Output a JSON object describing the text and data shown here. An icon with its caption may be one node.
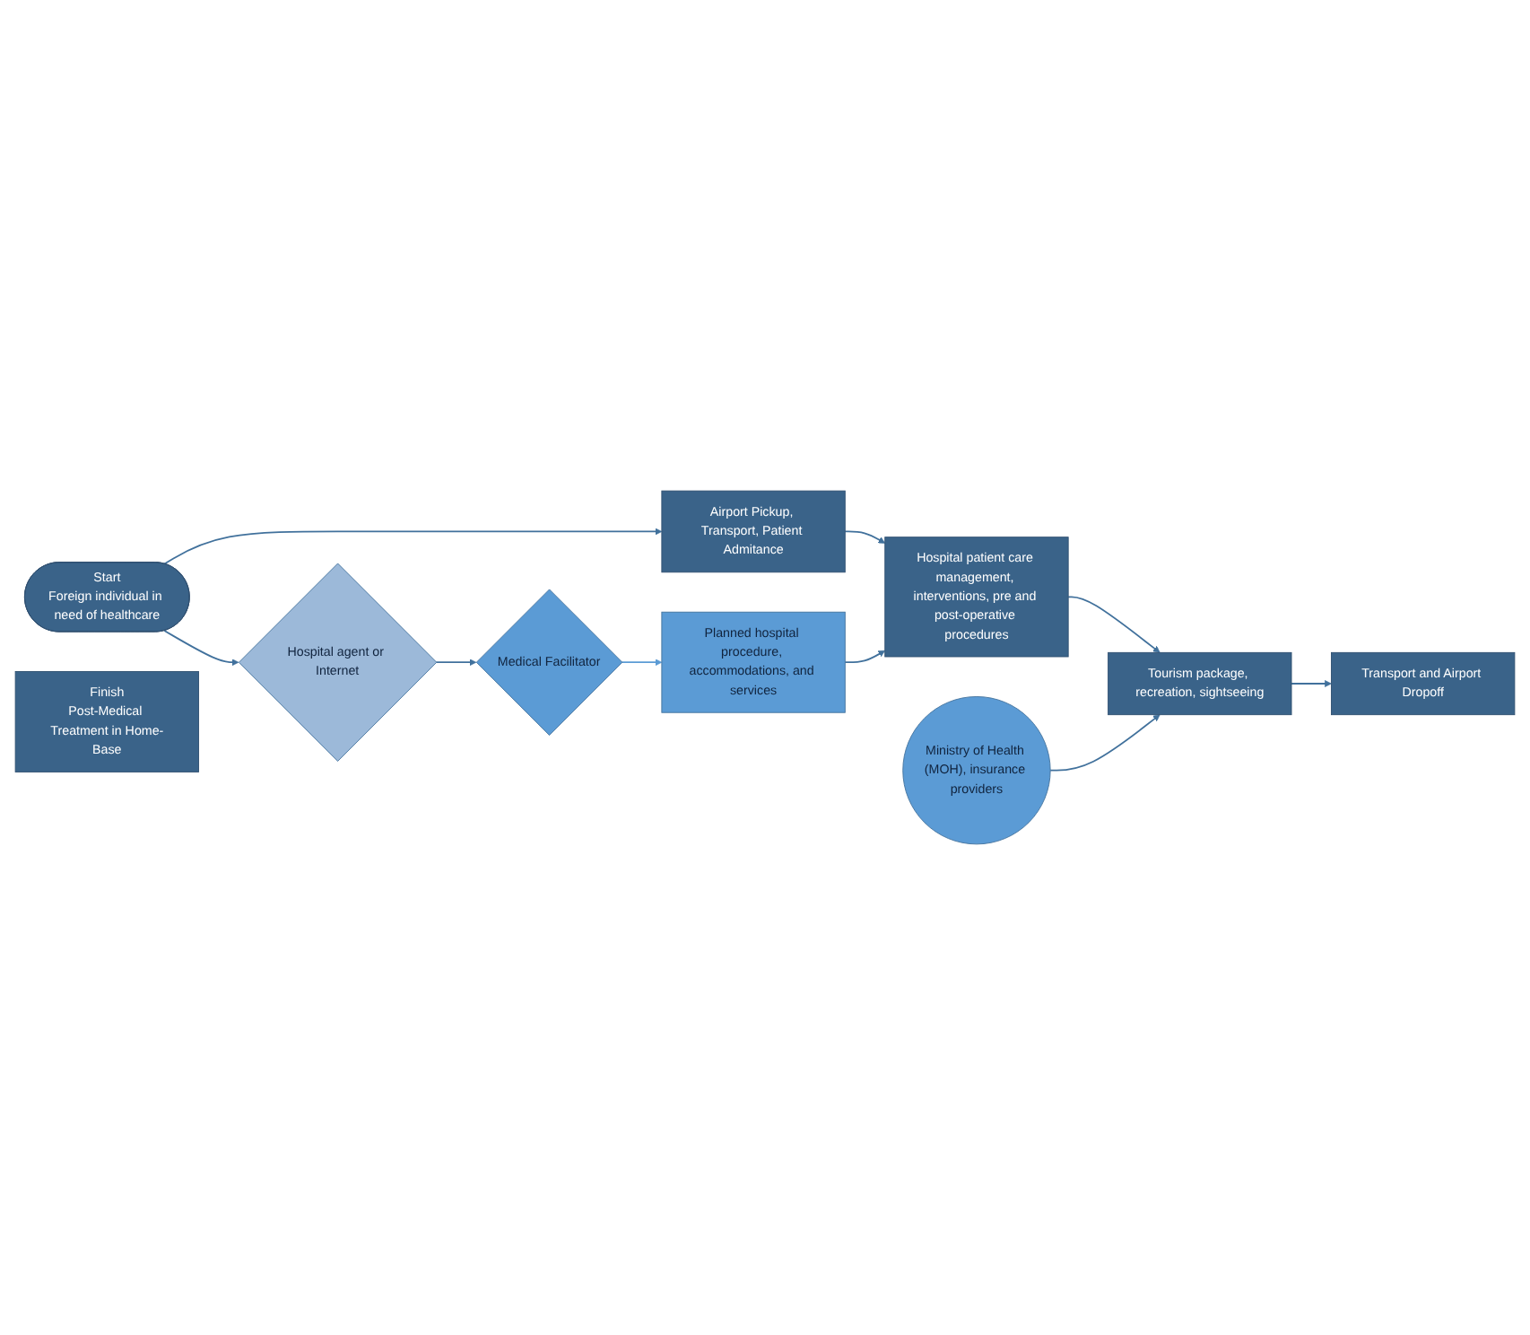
{
  "diagram": {
    "nodes": [
      {
        "text": [
          "Start",
          "Foreign individual in need of healthcare"
        ]
      },
      {
        "text": [
          "Airport Pickup, Transport, Patient Admitance"
        ]
      },
      {
        "text": [
          "Hospital patient care management, interventions, pre and post-operative procedures"
        ]
      },
      {
        "text": [
          "Hospital agent or Internet"
        ]
      },
      {
        "text": [
          "Medical Facilitator"
        ]
      },
      {
        "text": [
          "Planned hospital procedure, accommodations, and services"
        ]
      },
      {
        "text": [
          "Finish",
          "Post-Medical Treatment in Home-Base"
        ]
      },
      {
        "text": [
          "Transport and Airport Dropoff"
        ]
      },
      {
        "text": [
          "Tourism package, recreation, sightseeing"
        ]
      },
      {
        "text": [
          "Ministry of Health (MOH), insurance providers"
        ]
      }
    ],
    "edges": [
      {
        "from": 0,
        "to": 1,
        "arrow": "to"
      },
      {
        "from": 1,
        "to": 2,
        "arrow": "to"
      },
      {
        "from": 0,
        "to": 3,
        "arrow": "to"
      },
      {
        "from": 3,
        "to": 4,
        "arrow": "to"
      },
      {
        "from": 4,
        "to": 5,
        "arrow": "to",
        "color": "#5b9bd5"
      },
      {
        "from": 5,
        "to": 2,
        "arrow": "to"
      },
      {
        "from": 2,
        "to": 8,
        "arrow": "to"
      },
      {
        "from": 8,
        "to": 7,
        "arrow": "to"
      },
      {
        "from": 9,
        "to": 8,
        "arrow": "to"
      }
    ]
  }
}
